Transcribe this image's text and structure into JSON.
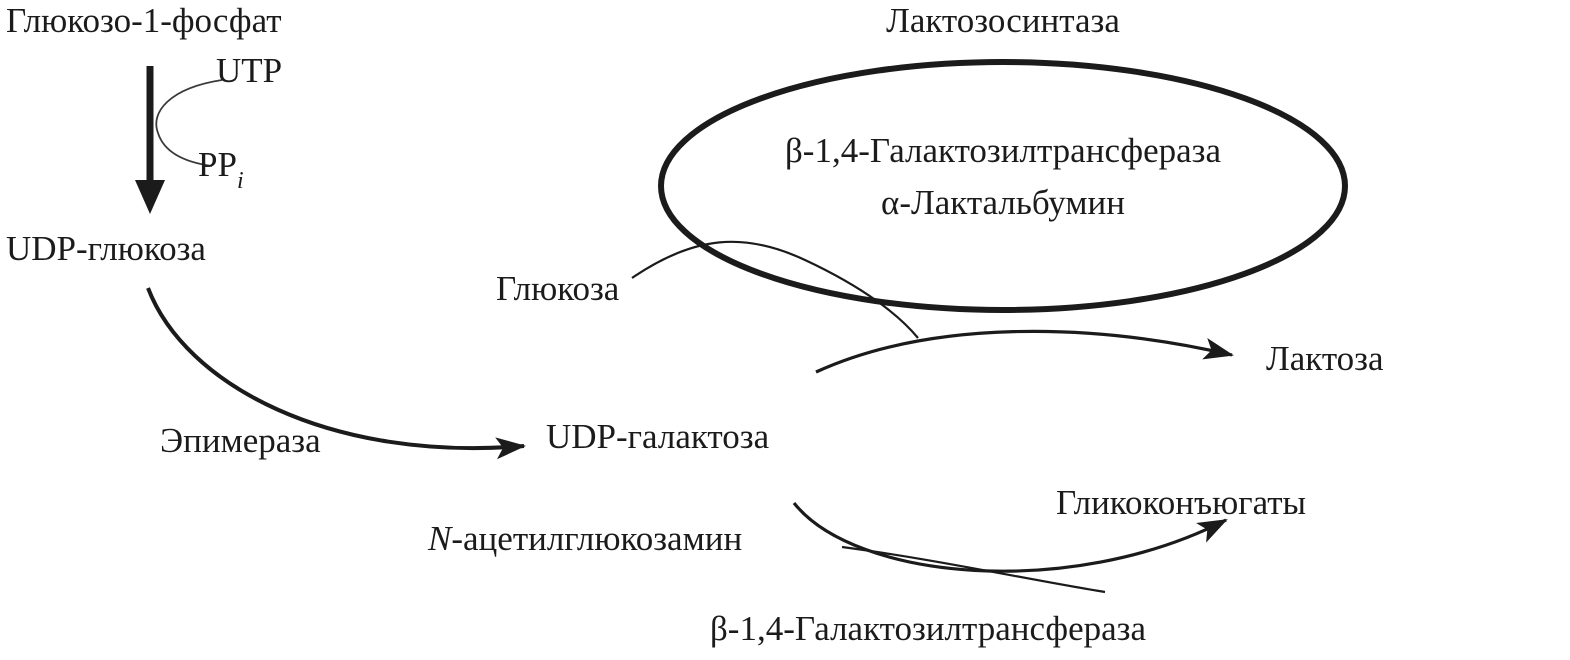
{
  "diagram": {
    "labels": {
      "glucose1p": "Глюкозо-1-фосфат",
      "utp": "UTP",
      "pp": "PP",
      "pp_sub": "i",
      "udp_glucose": "UDP-глюкоза",
      "epimerase": "Эпимераза",
      "udp_galactose": "UDP-галактоза",
      "lactose_synthase": "Лактозосинтаза",
      "galactosyltransferase_top": "β-1,4-Галактозилтрансфераза",
      "lactalbumin": "α-Лактальбумин",
      "glucose": "Глюкоза",
      "lactose": "Лактоза",
      "nag_prefix": "N",
      "nag_rest": "-ацетилглюкозамин",
      "glycoconjugates": "Гликоконъюгаты",
      "galactosyltransferase_bottom": "β-1,4-Галактозилтрансфераза"
    },
    "colors": {
      "ink": "#1b1b1b",
      "background": "#ffffff"
    }
  }
}
